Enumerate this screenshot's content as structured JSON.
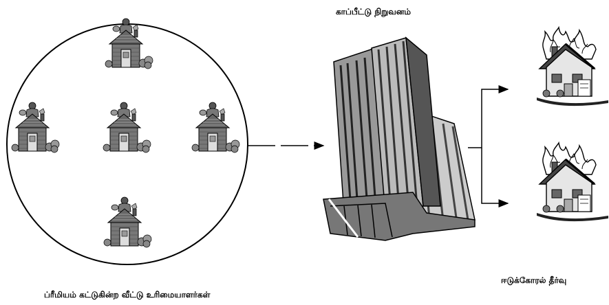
{
  "labels": {
    "company": "காப்பீட்டு நிறுவனம்",
    "claims": "ஈடுக்கோரல் தீர்வு",
    "policyholders": "ப்ரீமியம் கட்டுகின்ற வீட்டு உரிமையாளர்கள்"
  },
  "icons": {
    "house": "house-with-person-icon",
    "building": "office-tower-icon",
    "burning_house": "burning-house-icon"
  }
}
